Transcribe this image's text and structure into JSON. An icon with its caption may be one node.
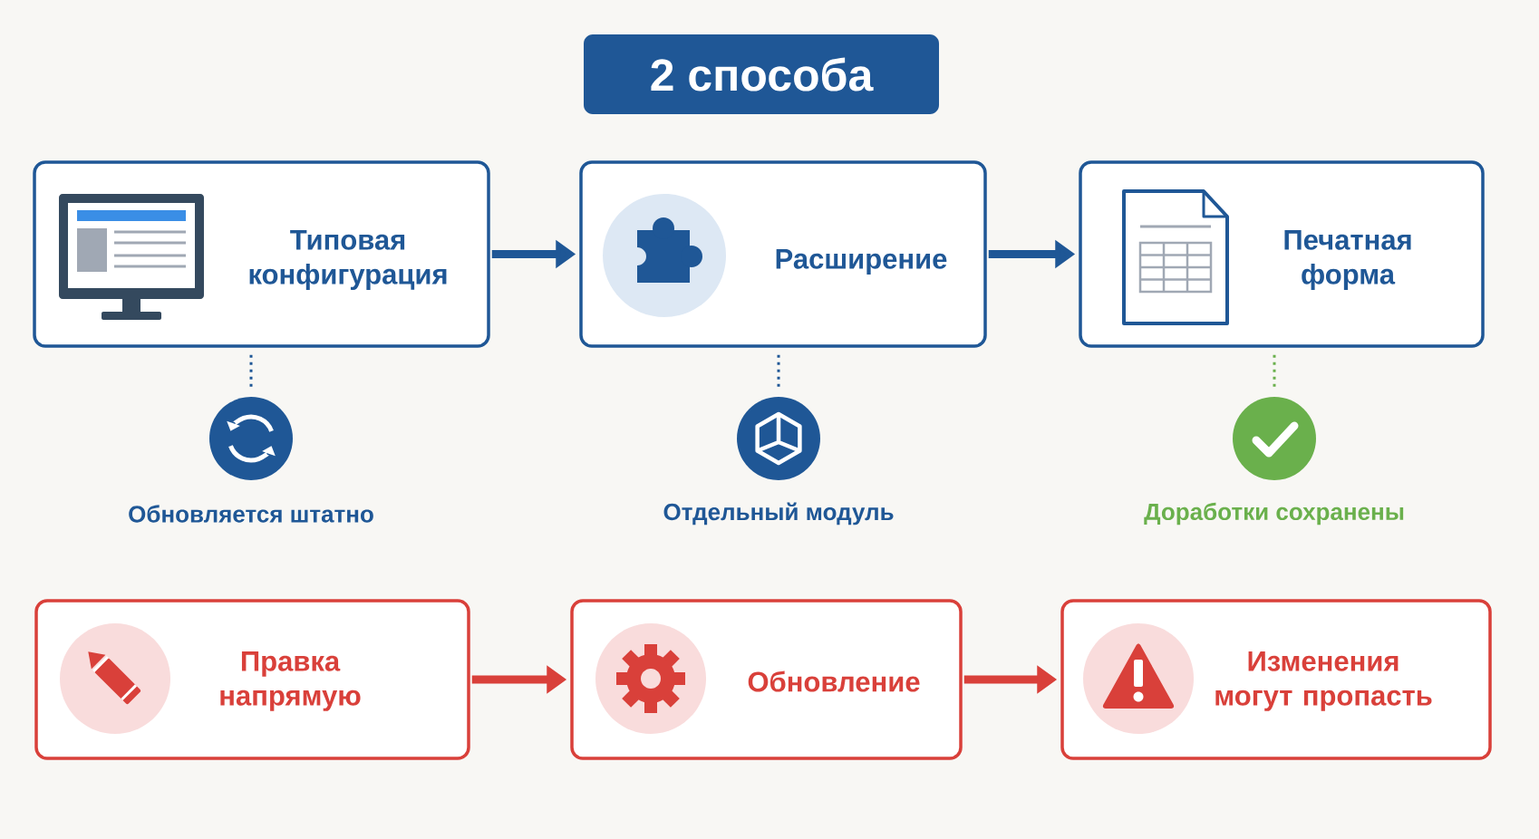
{
  "diagram": {
    "title": "2 способа",
    "nodes": [
      {
        "text": [
          "Типовая конфигурация"
        ]
      },
      {
        "text": [
          "Расширение"
        ]
      },
      {
        "text": [
          "Печатная форма"
        ]
      },
      {
        "text": [],
        "shape": "circle",
        "beside": [
          "Обновляется штатно"
        ]
      },
      {
        "text": [],
        "shape": "circle",
        "beside": [
          "Отдельный модуль"
        ]
      },
      {
        "text": [],
        "shape": "circle",
        "beside": [
          "Доработки сохранены"
        ]
      },
      {
        "text": [
          "Правка напрямую"
        ]
      },
      {
        "text": [
          "Обновление"
        ]
      },
      {
        "text": [
          "Изменения могут пропасть"
        ]
      }
    ],
    "edges": [
      {
        "from": 0,
        "to": 1,
        "arrow": "to"
      },
      {
        "from": 1,
        "to": 2,
        "arrow": "to"
      },
      {
        "from": 0,
        "to": 3,
        "arrow": "none",
        "style": "dashed"
      },
      {
        "from": 1,
        "to": 4,
        "arrow": "none",
        "style": "dashed"
      },
      {
        "from": 2,
        "to": 5,
        "arrow": "none",
        "style": "dashed",
        "color": "#6ab04c"
      },
      {
        "from": 6,
        "to": 7,
        "arrow": "to",
        "color": "#d9403a"
      },
      {
        "from": 7,
        "to": 8,
        "arrow": "to",
        "color": "#d9403a"
      }
    ]
  }
}
